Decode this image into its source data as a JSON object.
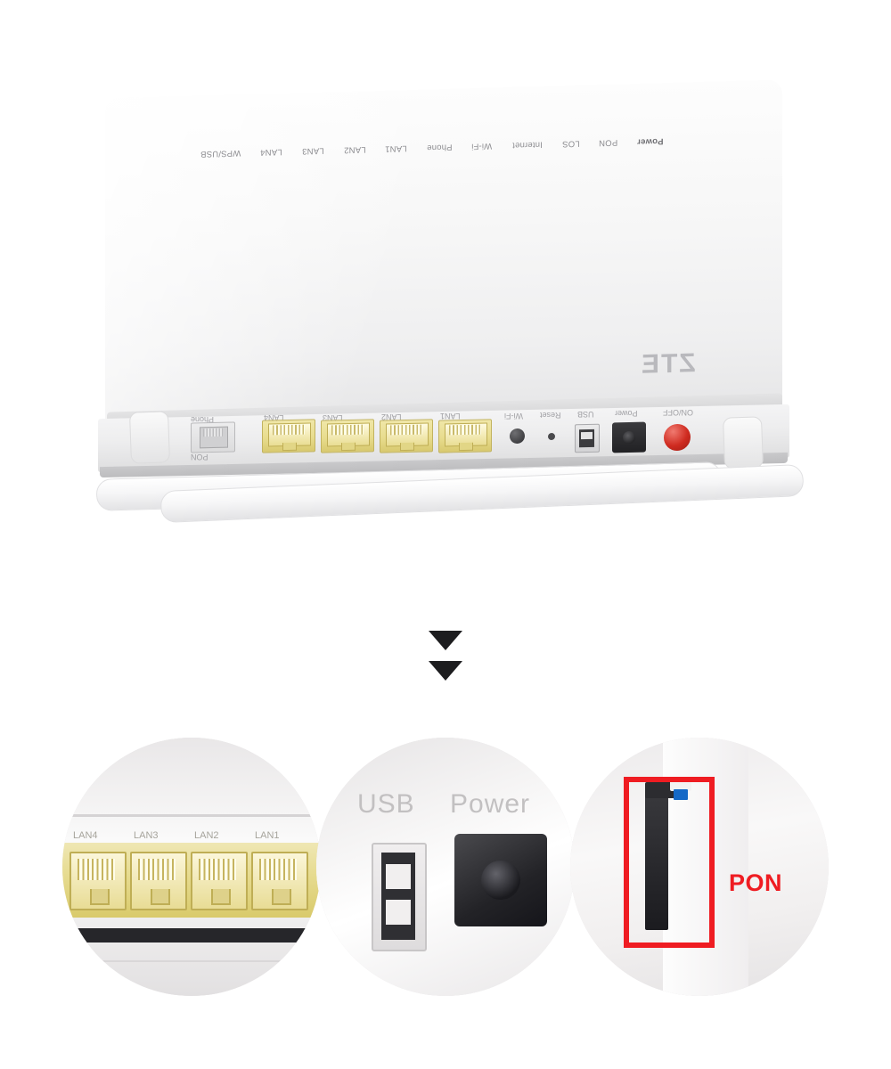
{
  "page": {
    "title": "ZTE ONU router product photo with port close-ups",
    "background": "#ffffff"
  },
  "top_photo": {
    "name": "router-product-photo",
    "brand": "ZTE",
    "led_labels": [
      "Power",
      "PON",
      "LOS",
      "Internet",
      "Wi-Fi",
      "Phone",
      "LAN1",
      "LAN2",
      "LAN3",
      "LAN4",
      "WPS/USB"
    ],
    "rear_port_labels": {
      "phone": "Phone",
      "lan4": "LAN4",
      "lan3": "LAN3",
      "lan2": "LAN2",
      "lan1": "LAN1",
      "wifi": "Wi-Fi",
      "reset": "Reset",
      "usb": "USB",
      "power": "Power",
      "onoff": "ON/OFF",
      "pon": "PON"
    },
    "colors": {
      "chassis": "#f5f5f6",
      "lan_port": "#e8dc8d",
      "power_button": "#cf2b20",
      "power_jack": "#232327"
    }
  },
  "arrows": {
    "name": "down-arrows",
    "count": 2,
    "color": "#1d1d1f"
  },
  "details": [
    {
      "id": "lan-ports",
      "caption_labels": [
        "LAN4",
        "LAN3",
        "LAN2",
        "LAN1"
      ],
      "accent": "#e8dc8d"
    },
    {
      "id": "usb-power",
      "labels": {
        "usb": "USB",
        "power": "Power"
      },
      "accent": "#c2c0c1"
    },
    {
      "id": "pon-port",
      "label": "PON",
      "highlight_color": "#ef1c22"
    }
  ]
}
